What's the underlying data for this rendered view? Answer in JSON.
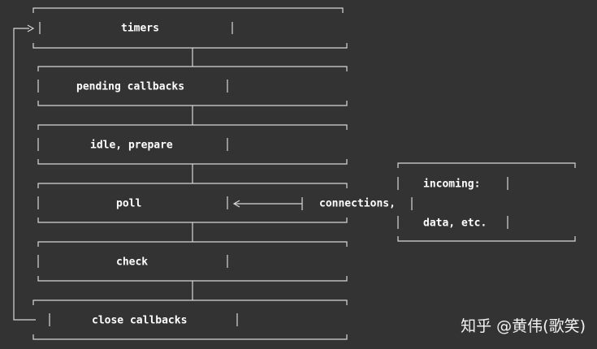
{
  "phases": [
    {
      "id": "timers",
      "label": "timers"
    },
    {
      "id": "pending-callbacks",
      "label": "pending callbacks"
    },
    {
      "id": "idle-prepare",
      "label": "idle, prepare"
    },
    {
      "id": "poll",
      "label": "poll"
    },
    {
      "id": "check",
      "label": "check"
    },
    {
      "id": "close-callbacks",
      "label": "close callbacks"
    }
  ],
  "incoming": {
    "line1": "incoming:",
    "line2": "connections,",
    "line3": "data, etc."
  },
  "watermark": "知乎 @黄伟(歌笑)",
  "colors": {
    "background": "#333333",
    "line": "#d8d8d8",
    "text": "#ffffff"
  }
}
